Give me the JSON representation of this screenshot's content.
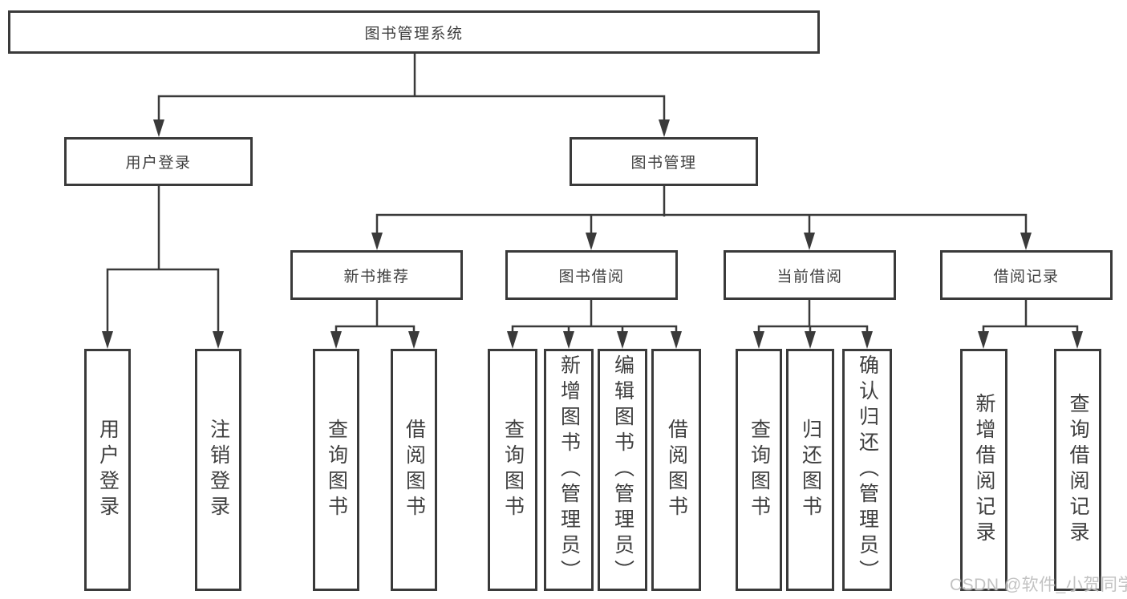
{
  "colors": {
    "line": "#3a3a3a",
    "box_border": "#3a3a3a",
    "text": "#3f3f3f",
    "background": "#ffffff",
    "watermark": "#bfbfbf"
  },
  "tree": {
    "root": {
      "label": "图书管理系统"
    },
    "branches": [
      {
        "label": "用户登录",
        "children": [
          {
            "label": "用户登录"
          },
          {
            "label": "注销登录"
          }
        ]
      },
      {
        "label": "图书管理",
        "children": [
          {
            "label": "新书推荐",
            "children": [
              {
                "label": "查询图书"
              },
              {
                "label": "借阅图书"
              }
            ]
          },
          {
            "label": "图书借阅",
            "children": [
              {
                "label": "查询图书"
              },
              {
                "label": "新增图书（管理员）"
              },
              {
                "label": "编辑图书（管理员）"
              },
              {
                "label": "借阅图书"
              }
            ]
          },
          {
            "label": "当前借阅",
            "children": [
              {
                "label": "查询图书"
              },
              {
                "label": "归还图书"
              },
              {
                "label": "确认归还（管理员）"
              }
            ]
          },
          {
            "label": "借阅记录",
            "children": [
              {
                "label": "新增借阅记录"
              },
              {
                "label": "查询借阅记录"
              }
            ]
          }
        ]
      }
    ]
  },
  "watermark": {
    "text": "CSDN @软件_小贺同学"
  }
}
